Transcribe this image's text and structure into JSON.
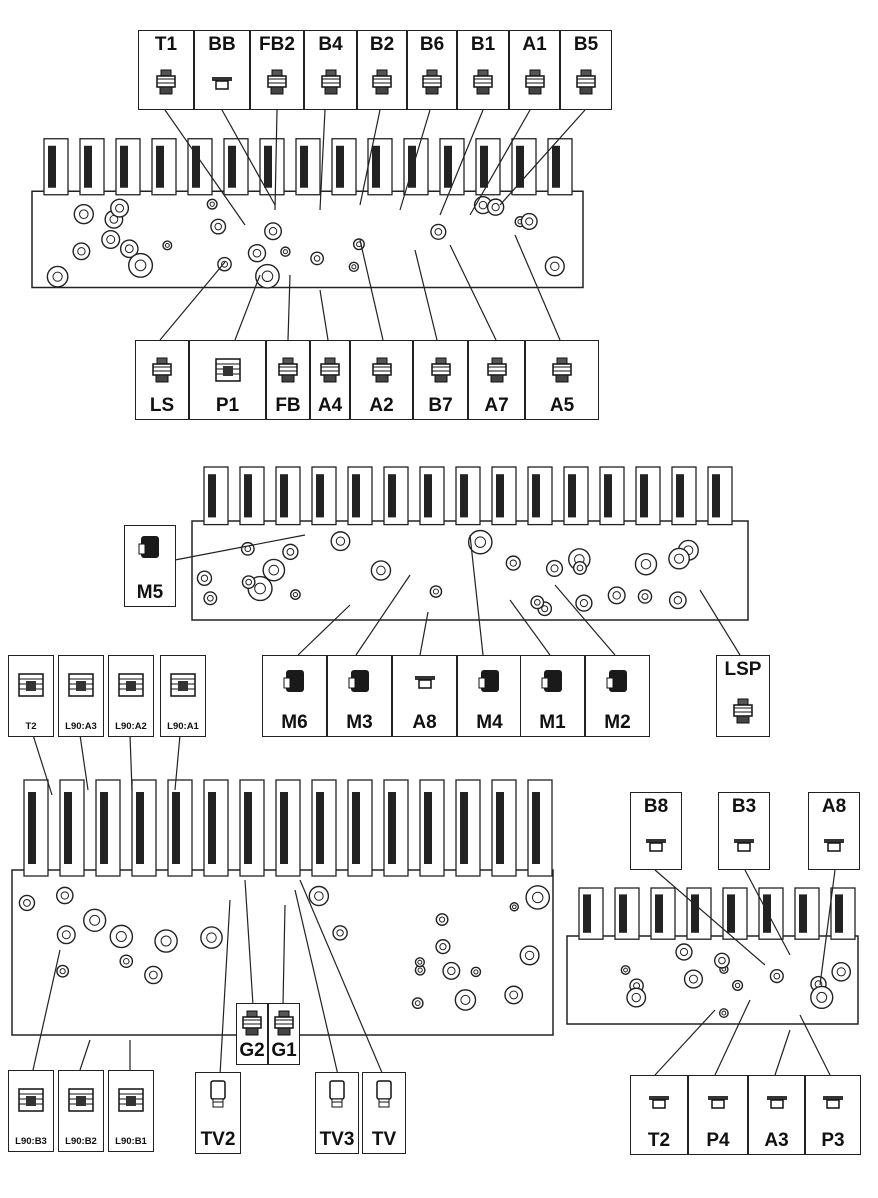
{
  "top_labels": [
    "T1",
    "BB",
    "FB2",
    "B4",
    "B2",
    "B6",
    "B1",
    "A1",
    "B5"
  ],
  "bottom_labels": [
    "LS",
    "P1",
    "FB",
    "A4",
    "A2",
    "B7",
    "A7",
    "A5"
  ],
  "mid": {
    "m5": "M5",
    "row": [
      "M6",
      "M3",
      "A8",
      "M4",
      "M1",
      "M2"
    ],
    "lsp": "LSP"
  },
  "lower_left": {
    "top": [
      "T2",
      "L90:A3",
      "L90:A2",
      "L90:A1"
    ],
    "bottom": [
      "L90:B3",
      "L90:B2",
      "L90:B1"
    ],
    "g": [
      "G2",
      "G1"
    ],
    "tv": [
      "TV2",
      "TV3",
      "TV"
    ]
  },
  "lower_right": {
    "top": [
      "B8",
      "B3",
      "A8"
    ],
    "bottom": [
      "T2",
      "P4",
      "A3",
      "P3"
    ]
  },
  "fitting_icons": [
    "fitting-icon",
    "plug-icon",
    "sensor-icon"
  ]
}
